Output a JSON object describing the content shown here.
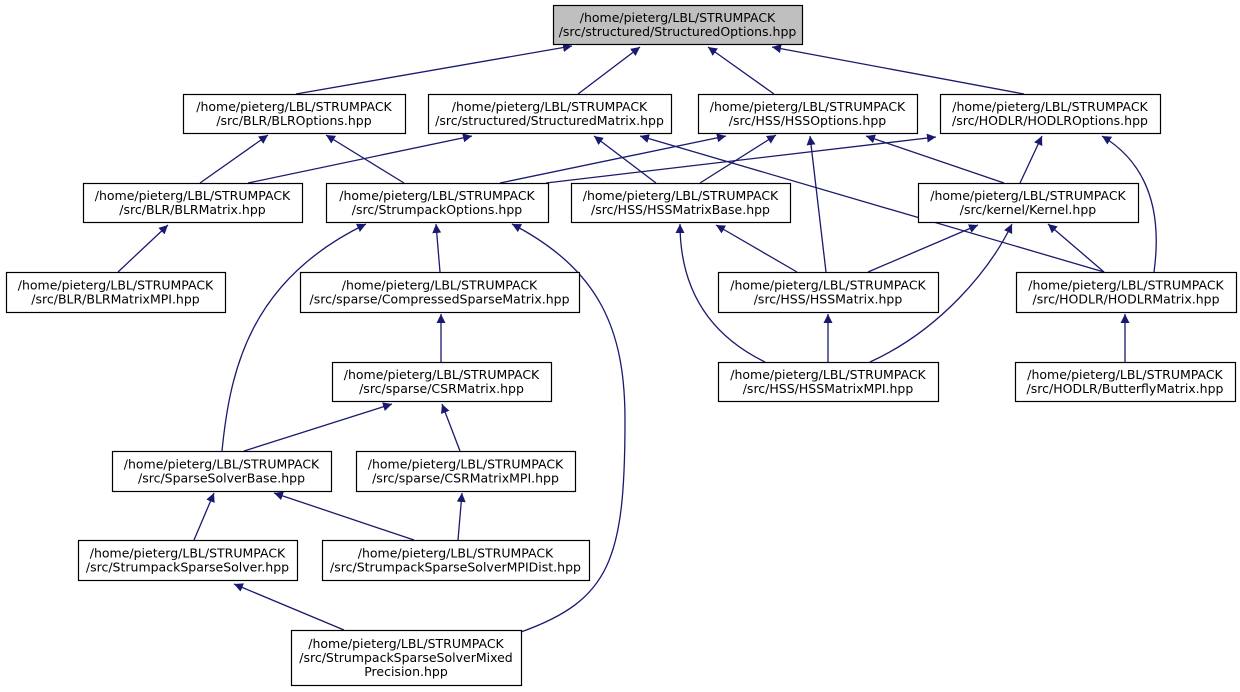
{
  "diagram": {
    "edge_color": "#191970",
    "root_fill": "#bfbfbf",
    "node_fill": "#ffffff",
    "nodes": [
      {
        "id": "structured_options",
        "lines": [
          "/home/pieterg/LBL/STRUMPACK",
          "/src/structured/StructuredOptions.hpp"
        ],
        "root": true
      },
      {
        "id": "blr_options",
        "lines": [
          "/home/pieterg/LBL/STRUMPACK",
          "/src/BLR/BLROptions.hpp"
        ]
      },
      {
        "id": "structured_matrix",
        "lines": [
          "/home/pieterg/LBL/STRUMPACK",
          "/src/structured/StructuredMatrix.hpp"
        ]
      },
      {
        "id": "hss_options",
        "lines": [
          "/home/pieterg/LBL/STRUMPACK",
          "/src/HSS/HSSOptions.hpp"
        ]
      },
      {
        "id": "hodlr_options",
        "lines": [
          "/home/pieterg/LBL/STRUMPACK",
          "/src/HODLR/HODLROptions.hpp"
        ]
      },
      {
        "id": "blr_matrix",
        "lines": [
          "/home/pieterg/LBL/STRUMPACK",
          "/src/BLR/BLRMatrix.hpp"
        ]
      },
      {
        "id": "strumpack_options",
        "lines": [
          "/home/pieterg/LBL/STRUMPACK",
          "/src/StrumpackOptions.hpp"
        ]
      },
      {
        "id": "hss_matrix_base",
        "lines": [
          "/home/pieterg/LBL/STRUMPACK",
          "/src/HSS/HSSMatrixBase.hpp"
        ]
      },
      {
        "id": "kernel",
        "lines": [
          "/home/pieterg/LBL/STRUMPACK",
          "/src/kernel/Kernel.hpp"
        ]
      },
      {
        "id": "blr_matrix_mpi",
        "lines": [
          "/home/pieterg/LBL/STRUMPACK",
          "/src/BLR/BLRMatrixMPI.hpp"
        ]
      },
      {
        "id": "compressed_sparse_matrix",
        "lines": [
          "/home/pieterg/LBL/STRUMPACK",
          "/src/sparse/CompressedSparseMatrix.hpp"
        ]
      },
      {
        "id": "hss_matrix",
        "lines": [
          "/home/pieterg/LBL/STRUMPACK",
          "/src/HSS/HSSMatrix.hpp"
        ]
      },
      {
        "id": "hodlr_matrix",
        "lines": [
          "/home/pieterg/LBL/STRUMPACK",
          "/src/HODLR/HODLRMatrix.hpp"
        ]
      },
      {
        "id": "csr_matrix",
        "lines": [
          "/home/pieterg/LBL/STRUMPACK",
          "/src/sparse/CSRMatrix.hpp"
        ]
      },
      {
        "id": "hss_matrix_mpi",
        "lines": [
          "/home/pieterg/LBL/STRUMPACK",
          "/src/HSS/HSSMatrixMPI.hpp"
        ]
      },
      {
        "id": "butterfly_matrix",
        "lines": [
          "/home/pieterg/LBL/STRUMPACK",
          "/src/HODLR/ButterflyMatrix.hpp"
        ]
      },
      {
        "id": "sparse_solver_base",
        "lines": [
          "/home/pieterg/LBL/STRUMPACK",
          "/src/SparseSolverBase.hpp"
        ]
      },
      {
        "id": "csr_matrix_mpi",
        "lines": [
          "/home/pieterg/LBL/STRUMPACK",
          "/src/sparse/CSRMatrixMPI.hpp"
        ]
      },
      {
        "id": "strumpack_sparse_solver",
        "lines": [
          "/home/pieterg/LBL/STRUMPACK",
          "/src/StrumpackSparseSolver.hpp"
        ]
      },
      {
        "id": "strumpack_sparse_solver_mpidist",
        "lines": [
          "/home/pieterg/LBL/STRUMPACK",
          "/src/StrumpackSparseSolverMPIDist.hpp"
        ]
      },
      {
        "id": "strumpack_sparse_solver_mixed",
        "lines": [
          "/home/pieterg/LBL/STRUMPACK",
          "/src/StrumpackSparseSolverMixed",
          "Precision.hpp"
        ]
      }
    ],
    "edges": [
      {
        "from": "blr_options",
        "to": "structured_options"
      },
      {
        "from": "structured_matrix",
        "to": "structured_options"
      },
      {
        "from": "hss_options",
        "to": "structured_options"
      },
      {
        "from": "hodlr_options",
        "to": "structured_options"
      },
      {
        "from": "blr_matrix",
        "to": "blr_options"
      },
      {
        "from": "strumpack_options",
        "to": "blr_options"
      },
      {
        "from": "blr_matrix",
        "to": "structured_matrix"
      },
      {
        "from": "hss_matrix_base",
        "to": "structured_matrix"
      },
      {
        "from": "hodlr_matrix",
        "to": "structured_matrix"
      },
      {
        "from": "strumpack_options",
        "to": "hss_options"
      },
      {
        "from": "hss_matrix_base",
        "to": "hss_options"
      },
      {
        "from": "hss_matrix",
        "to": "hss_options"
      },
      {
        "from": "kernel",
        "to": "hss_options"
      },
      {
        "from": "strumpack_options",
        "to": "hodlr_options"
      },
      {
        "from": "kernel",
        "to": "hodlr_options"
      },
      {
        "from": "hodlr_matrix",
        "to": "hodlr_options"
      },
      {
        "from": "blr_matrix_mpi",
        "to": "blr_matrix"
      },
      {
        "from": "compressed_sparse_matrix",
        "to": "strumpack_options"
      },
      {
        "from": "sparse_solver_base",
        "to": "strumpack_options"
      },
      {
        "from": "strumpack_sparse_solver_mixed",
        "to": "strumpack_options"
      },
      {
        "from": "hss_matrix",
        "to": "hss_matrix_base"
      },
      {
        "from": "hss_matrix_mpi",
        "to": "hss_matrix_base"
      },
      {
        "from": "hss_matrix",
        "to": "kernel"
      },
      {
        "from": "hss_matrix_mpi",
        "to": "kernel"
      },
      {
        "from": "hodlr_matrix",
        "to": "kernel"
      },
      {
        "from": "csr_matrix",
        "to": "compressed_sparse_matrix"
      },
      {
        "from": "hss_matrix_mpi",
        "to": "hss_matrix"
      },
      {
        "from": "butterfly_matrix",
        "to": "hodlr_matrix"
      },
      {
        "from": "sparse_solver_base",
        "to": "csr_matrix"
      },
      {
        "from": "csr_matrix_mpi",
        "to": "csr_matrix"
      },
      {
        "from": "strumpack_sparse_solver",
        "to": "sparse_solver_base"
      },
      {
        "from": "strumpack_sparse_solver_mpidist",
        "to": "sparse_solver_base"
      },
      {
        "from": "strumpack_sparse_solver_mpidist",
        "to": "csr_matrix_mpi"
      },
      {
        "from": "strumpack_sparse_solver_mixed",
        "to": "strumpack_sparse_solver"
      }
    ]
  }
}
